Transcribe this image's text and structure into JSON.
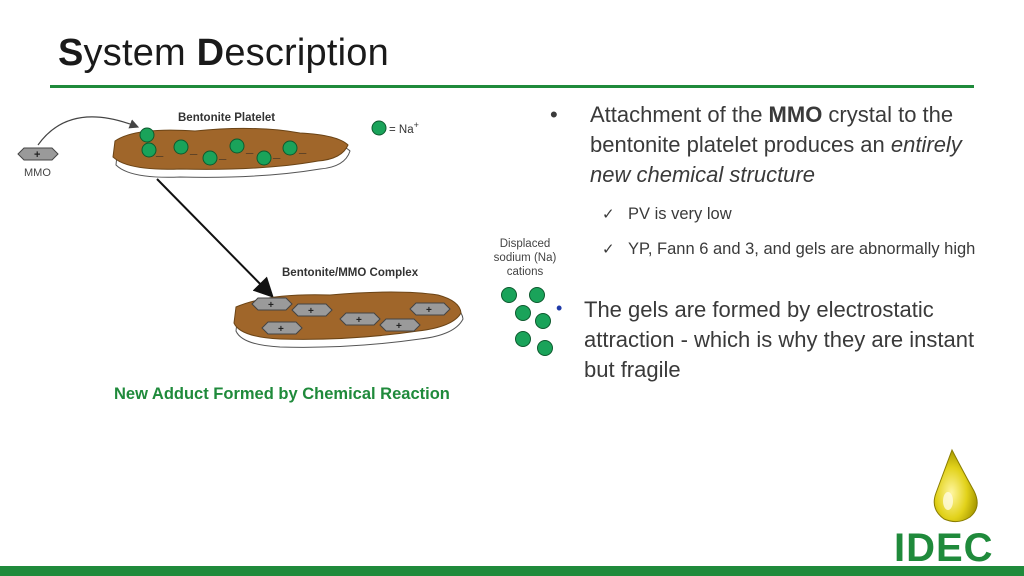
{
  "slide": {
    "title_first_letter_1": "S",
    "title_rest_1": "ystem ",
    "title_first_letter_2": "D",
    "title_rest_2": "escription"
  },
  "diagram": {
    "platelet_label": "Bentonite Platelet",
    "legend_label": "= Na",
    "legend_sup": "+",
    "mmo_label": "MMO",
    "mmo_symbol": "+",
    "complex_label": "Bentonite/MMO Complex",
    "displaced_label_1": "Displaced",
    "displaced_label_2": "sodium (Na)",
    "displaced_label_3": "cations",
    "charge_minus": "_",
    "caption": "New Adduct Formed by Chemical Reaction"
  },
  "bullets": {
    "b1_pre": "Attachment of the ",
    "b1_bold": "MMO",
    "b1_mid": " crystal to the bentonite platelet produces an ",
    "b1_italic": "entirely new chemical structure",
    "sub1": "PV is very low",
    "sub2": "YP, Fann 6 and 3, and gels are abnormally high",
    "b2": "The gels are formed by electrostatic attraction - which is why they are instant but fragile",
    "bullet_glyph": "•",
    "check_glyph": "✓"
  },
  "logo": {
    "text": "IDEC"
  },
  "colors": {
    "accent_green": "#1f8a3b",
    "clay_brown": "#a0662a",
    "ion_green": "#1aa35a",
    "crystal_gray": "#9a9a9a"
  }
}
